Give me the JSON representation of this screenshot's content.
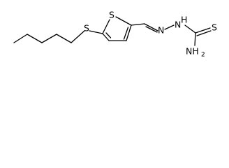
{
  "molecule": {
    "atoms": {
      "s_thioether": "S",
      "s_ring": "S",
      "n_imine": "N",
      "n_hydrazine": "N",
      "h_hydrazine": "H",
      "s_thione": "S",
      "amine_n": "NH",
      "amine_sub": "2"
    }
  }
}
